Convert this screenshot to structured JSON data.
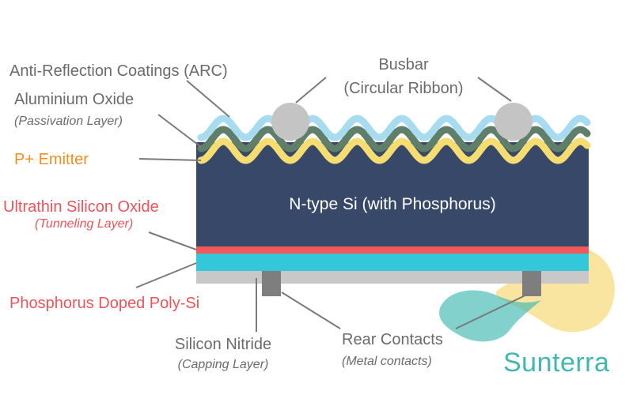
{
  "colors": {
    "arc_layer": "#a7dcf0",
    "alox_layer": "#5f7f6a",
    "emitter_layer": "#f6dd72",
    "n_type_si": "#384869",
    "tunneling_oxide": "#f0585a",
    "poly_si": "#34c7da",
    "silicon_nitride": "#c8c8c8",
    "busbar": "#c4c4c4",
    "rear_contact": "#7e7e7e",
    "leader_line": "#7a7a7a",
    "label_gray": "#6b6b6b",
    "label_orange": "#f0901f",
    "label_red": "#f0525a",
    "logo_teal": "#3fb8b0",
    "logo_yellow": "#f5cf52"
  },
  "labels": {
    "arc": "Anti-Reflection Coatings (ARC)",
    "aluminium_oxide": "Aluminium Oxide",
    "passivation_layer": "(Passivation Layer)",
    "p_emitter": "P+ Emitter",
    "ultrathin_oxide": "Ultrathin Silicon Oxide",
    "tunneling_layer": "(Tunneling Layer)",
    "poly_si": "Phosphorus Doped Poly-Si",
    "silicon_nitride": "Silicon Nitride",
    "capping_layer": "(Capping Layer)",
    "busbar": "Busbar",
    "circular_ribbon": "(Circular Ribbon)",
    "n_type_si": "N-type Si (with Phosphorus)",
    "rear_contacts": "Rear Contacts",
    "metal_contacts": "(Metal contacts)"
  },
  "logo": {
    "text": "Sunterra"
  }
}
